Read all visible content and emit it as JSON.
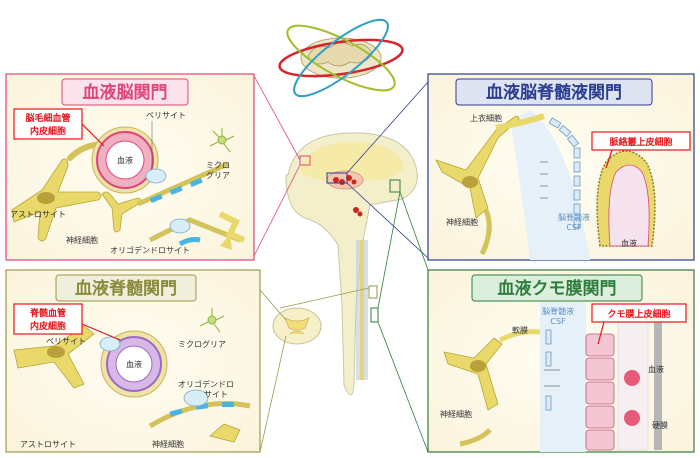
{
  "colors": {
    "bbb": "#e0447a",
    "bcsfb": "#2a3d8f",
    "bscb": "#9a9a4a",
    "bab": "#2e7d3a",
    "neuron": "#e9d86a",
    "cell_pink": "#f3b8c8",
    "vessel": "#e85a7a"
  },
  "panels": {
    "bbb": {
      "title": "血液脳関門",
      "callout_l1": "脳毛細血管",
      "callout_l2": "内皮細胞",
      "blood": "血液",
      "pericyte": "ペリサイト",
      "microglia_l1": "ミクロ",
      "microglia_l2": "グリア",
      "astrocyte": "アストロサイト",
      "neuron": "神経細胞",
      "oligodendrocyte": "オリゴデンドロサイト"
    },
    "bcsfb": {
      "title": "血液脳脊髄液関門",
      "ependyma": "上衣細胞",
      "callout": "脈絡叢上皮細胞",
      "neuron": "神経細胞",
      "csf_l1": "脳脊髄液",
      "csf_l2": "CSF",
      "blood": "血液"
    },
    "bscb": {
      "title": "血液脊髄関門",
      "callout_l1": "脊髄血管",
      "callout_l2": "内皮細胞",
      "pericyte": "ペリサイト",
      "blood": "血液",
      "microglia": "ミクログリア",
      "oligo_l1": "オリゴデンドロ",
      "oligo_l2": "サイト",
      "astrocyte": "アストロサイト",
      "neuron": "神経細胞"
    },
    "bab": {
      "title": "血液クモ膜関門",
      "csf_l1": "脳脊髄液",
      "csf_l2": "CSF",
      "callout": "クモ膜上皮細胞",
      "pia": "軟膜",
      "neuron": "神経細胞",
      "blood": "血液",
      "dura": "硬膜"
    }
  }
}
